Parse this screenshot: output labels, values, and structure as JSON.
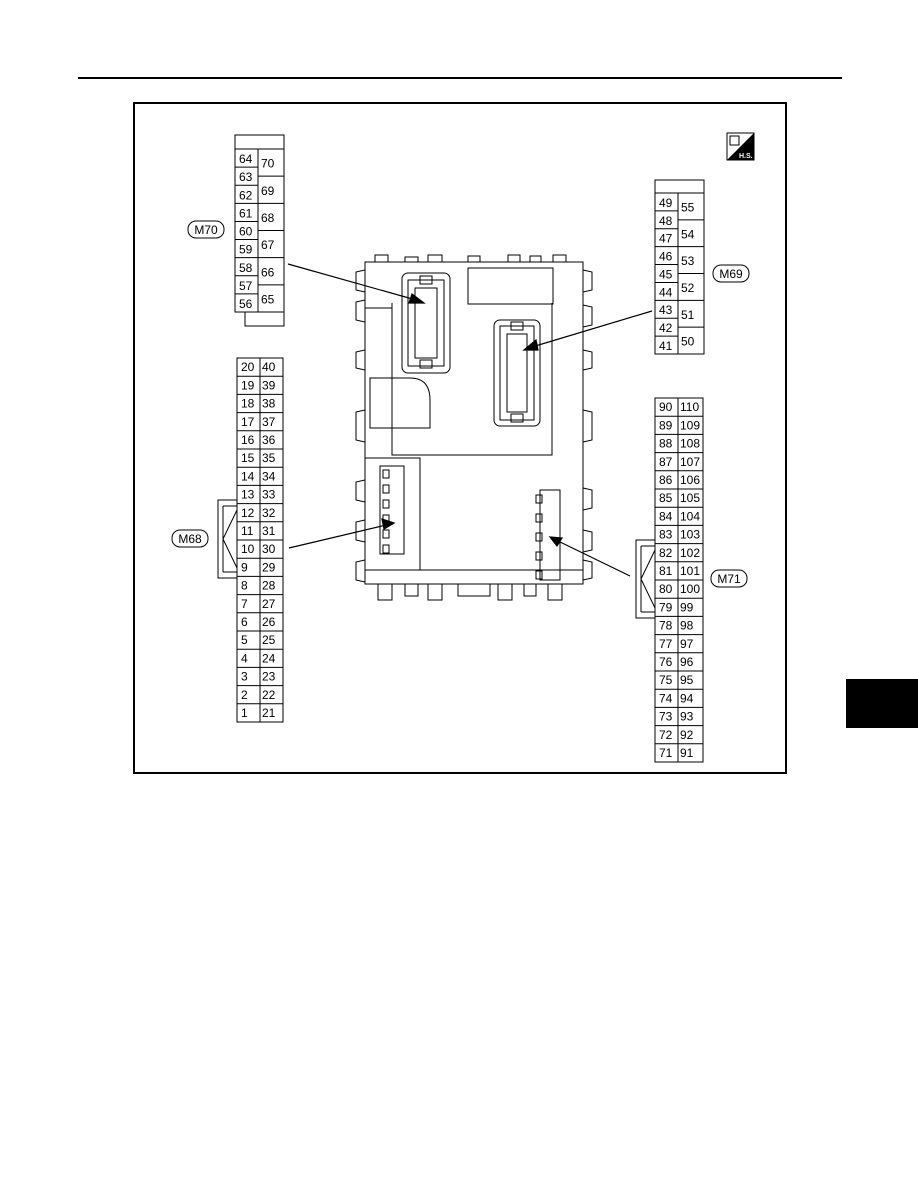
{
  "page": {
    "hs_badge": "H.S."
  },
  "connectors": {
    "m68": {
      "label": "M68",
      "rows": [
        [
          "20",
          "40"
        ],
        [
          "19",
          "39"
        ],
        [
          "18",
          "38"
        ],
        [
          "17",
          "37"
        ],
        [
          "16",
          "36"
        ],
        [
          "15",
          "35"
        ],
        [
          "14",
          "34"
        ],
        [
          "13",
          "33"
        ],
        [
          "12",
          "32"
        ],
        [
          "11",
          "31"
        ],
        [
          "10",
          "30"
        ],
        [
          "9",
          "29"
        ],
        [
          "8",
          "28"
        ],
        [
          "7",
          "27"
        ],
        [
          "6",
          "26"
        ],
        [
          "5",
          "25"
        ],
        [
          "4",
          "24"
        ],
        [
          "3",
          "23"
        ],
        [
          "2",
          "22"
        ],
        [
          "1",
          "21"
        ]
      ]
    },
    "m71": {
      "label": "M71",
      "rows": [
        [
          "90",
          "110"
        ],
        [
          "89",
          "109"
        ],
        [
          "88",
          "108"
        ],
        [
          "87",
          "107"
        ],
        [
          "86",
          "106"
        ],
        [
          "85",
          "105"
        ],
        [
          "84",
          "104"
        ],
        [
          "83",
          "103"
        ],
        [
          "82",
          "102"
        ],
        [
          "81",
          "101"
        ],
        [
          "80",
          "100"
        ],
        [
          "79",
          "99"
        ],
        [
          "78",
          "98"
        ],
        [
          "77",
          "97"
        ],
        [
          "76",
          "96"
        ],
        [
          "75",
          "95"
        ],
        [
          "74",
          "94"
        ],
        [
          "73",
          "93"
        ],
        [
          "72",
          "92"
        ],
        [
          "71",
          "91"
        ]
      ]
    },
    "m70": {
      "label": "M70",
      "left_pins": [
        "64",
        "63",
        "62",
        "61",
        "60",
        "59",
        "58",
        "57",
        "56"
      ],
      "right_pins": [
        "70",
        "69",
        "68",
        "67",
        "66",
        "65"
      ]
    },
    "m69": {
      "label": "M69",
      "left_pins": [
        "49",
        "48",
        "47",
        "46",
        "45",
        "44",
        "43",
        "42",
        "41"
      ],
      "right_pins": [
        "55",
        "54",
        "53",
        "52",
        "51",
        "50"
      ]
    }
  }
}
